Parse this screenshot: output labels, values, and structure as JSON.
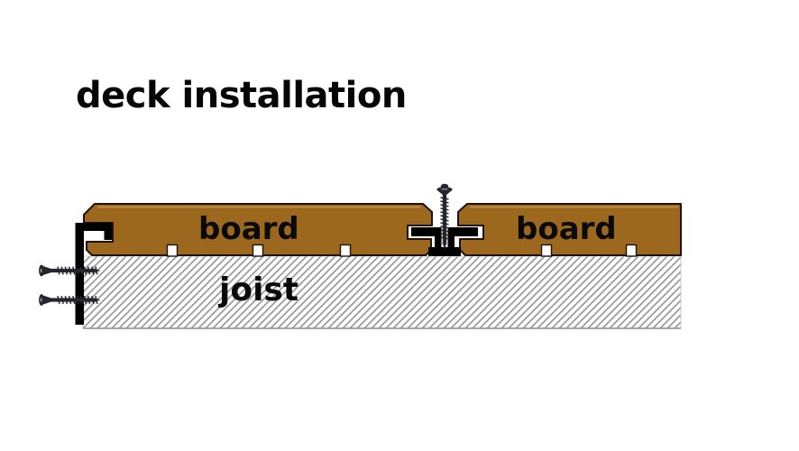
{
  "title": "deck installation",
  "diagram": {
    "board_left_label": "board",
    "board_right_label": "board",
    "joist_label": "joist",
    "colors": {
      "background": "#ffffff",
      "board_fill": "#9c681e",
      "board_outline": "#1e1204",
      "board_highlight": "#c2924b",
      "groove_fill": "#ffffff",
      "clip": "#000000",
      "screw": "#26262e",
      "screw_glint": "#9a9aa4",
      "hatch_line": "#9b9b9b",
      "joist_border": "#c9c9c9",
      "text": "#060606"
    }
  }
}
